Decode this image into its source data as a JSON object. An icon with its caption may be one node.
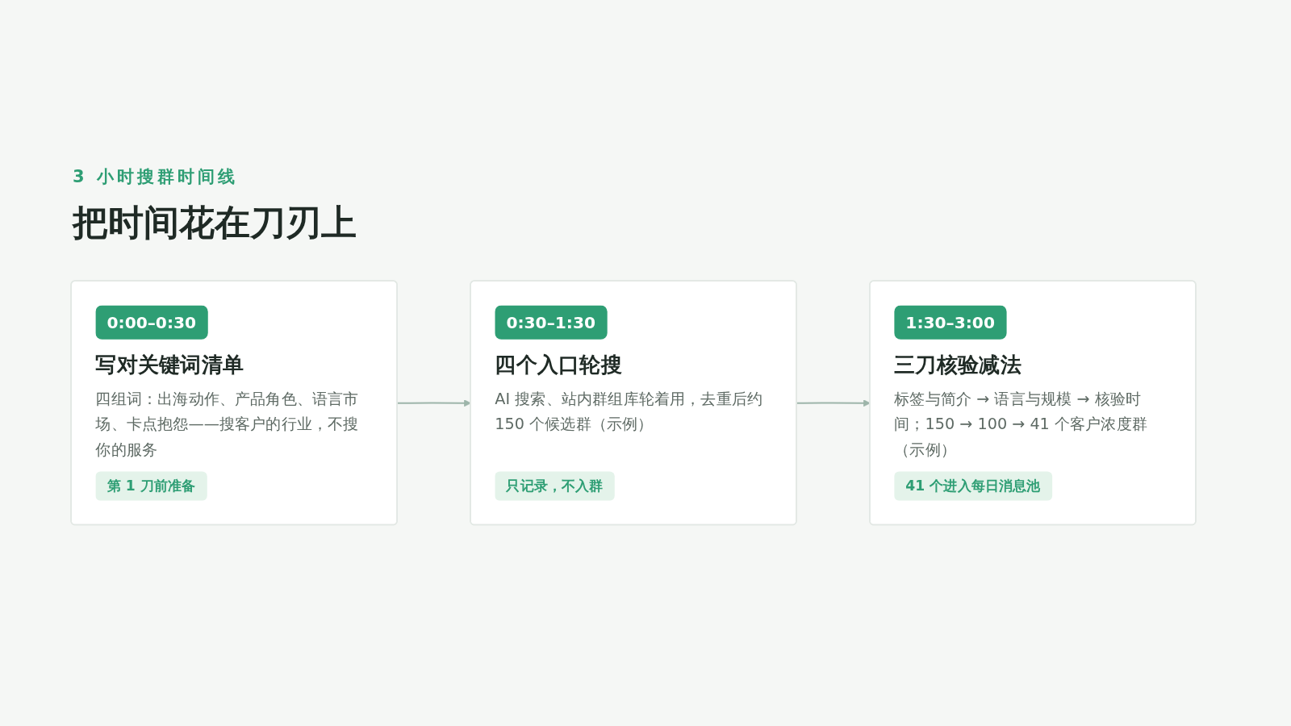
{
  "diagram": {
    "title": "把时间花在刀刃上",
    "nodes": [
      {
        "text": [
          "0:00–0:30",
          "写对关键词清单",
          "四组词：出海动作、产品角色、语言市场、卡点抱怨——搜客户的行业，不搜你的服务",
          "第 1 刀前准备"
        ]
      },
      {
        "text": [
          "0:30–1:30",
          "四个入口轮搜",
          "AI 搜索、站内群组库轮着用，去重后约 150 个候选群（示例）",
          "只记录，不入群"
        ]
      },
      {
        "text": [
          "1:30–3:00",
          "三刀核验减法",
          "标签与简介 → 语言与规模 → 核验时间；150 → 100 → 41 个客户浓度群（示例）",
          "41 个进入每日消息池"
        ]
      }
    ],
    "edges": [
      {
        "from": 0,
        "to": 1,
        "arrow": "to"
      },
      {
        "from": 1,
        "to": 2,
        "arrow": "to"
      }
    ],
    "labels": [
      "3 小时搜群时间线"
    ]
  }
}
